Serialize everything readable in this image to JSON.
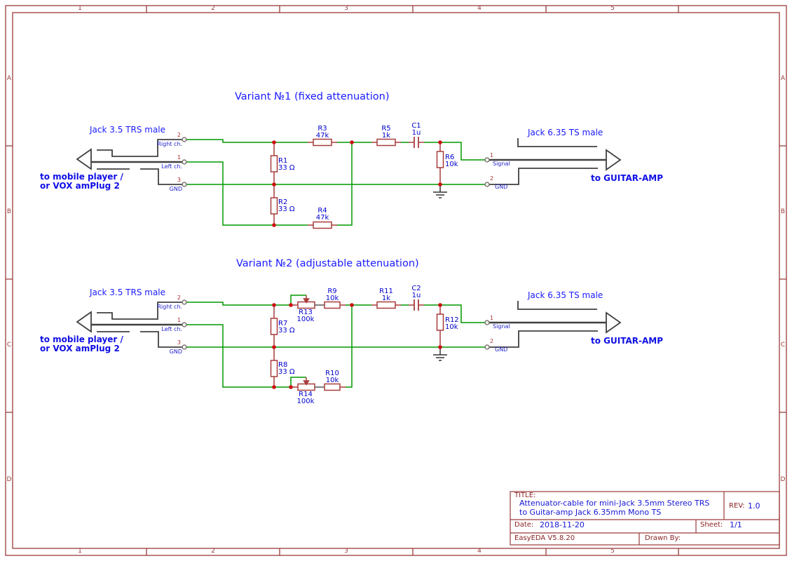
{
  "frame": {
    "cols": [
      "1",
      "2",
      "3",
      "4",
      "5"
    ],
    "rows": [
      "A",
      "B",
      "C",
      "D"
    ]
  },
  "title_block": {
    "title_label": "TITLE:",
    "title_line1": "Attenuator-cable for mini-Jack 3.5mm Stereo TRS",
    "title_line2": "to Guitar-amp Jack 6.35mm Mono TS",
    "rev_label": "REV:",
    "rev": "1.0",
    "date_label": "Date:",
    "date": "2018-11-20",
    "sheet_label": "Sheet:",
    "sheet": "1/1",
    "tool": "EasyEDA V5.8.20",
    "drawn_by_label": "Drawn By:"
  },
  "v1": {
    "title": "Variant №1 (fixed attenuation)",
    "jack_left_label": "Jack 3.5 TRS male",
    "jack_right_label": "Jack 6.35 TS male",
    "dest_left_1": "to mobile player /",
    "dest_left_2": "or VOX amPlug 2",
    "dest_right": "to GUITAR-AMP",
    "pins_left": [
      {
        "num": "2",
        "name": "Right ch."
      },
      {
        "num": "1",
        "name": "Left ch."
      },
      {
        "num": "3",
        "name": "GND"
      }
    ],
    "pins_right": [
      {
        "num": "1",
        "name": "Signal"
      },
      {
        "num": "2",
        "name": "GND"
      }
    ],
    "comps": {
      "R1": {
        "ref": "R1",
        "val": "33 Ω"
      },
      "R2": {
        "ref": "R2",
        "val": "33 Ω"
      },
      "R3": {
        "ref": "R3",
        "val": "47k"
      },
      "R4": {
        "ref": "R4",
        "val": "47k"
      },
      "R5": {
        "ref": "R5",
        "val": "1k"
      },
      "R6": {
        "ref": "R6",
        "val": "10k"
      },
      "C1": {
        "ref": "C1",
        "val": "1u"
      }
    }
  },
  "v2": {
    "title": "Variant №2 (adjustable attenuation)",
    "jack_left_label": "Jack 3.5 TRS male",
    "jack_right_label": "Jack 6.35 TS male",
    "dest_left_1": "to mobile player /",
    "dest_left_2": "or VOX amPlug 2",
    "dest_right": "to GUITAR-AMP",
    "pins_left": [
      {
        "num": "2",
        "name": "Right ch."
      },
      {
        "num": "1",
        "name": "Left ch."
      },
      {
        "num": "3",
        "name": "GND"
      }
    ],
    "pins_right": [
      {
        "num": "1",
        "name": "Signal"
      },
      {
        "num": "2",
        "name": "GND"
      }
    ],
    "comps": {
      "R7": {
        "ref": "R7",
        "val": "33 Ω"
      },
      "R8": {
        "ref": "R8",
        "val": "33 Ω"
      },
      "R9": {
        "ref": "R9",
        "val": "10k"
      },
      "R10": {
        "ref": "R10",
        "val": "10k"
      },
      "R11": {
        "ref": "R11",
        "val": "1k"
      },
      "R12": {
        "ref": "R12",
        "val": "10k"
      },
      "R13": {
        "ref": "R13",
        "val": "100k"
      },
      "R14": {
        "ref": "R14",
        "val": "100k"
      },
      "C2": {
        "ref": "C2",
        "val": "1u"
      }
    }
  }
}
